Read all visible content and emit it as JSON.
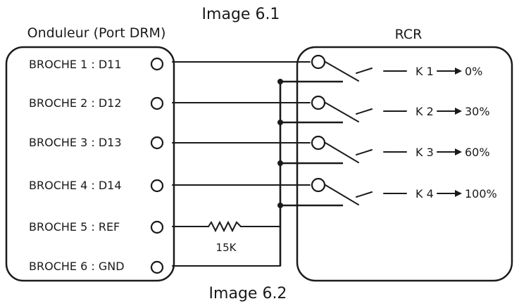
{
  "titles": {
    "top": "Image 6.1",
    "bottom": "Image 6.2"
  },
  "inverter": {
    "label": "Onduleur (Port DRM)",
    "pins": [
      "BROCHE 1 : D11",
      "BROCHE 2 : D12",
      "BROCHE 3 : D13",
      "BROCHE 4 : D14",
      "BROCHE 5 : REF",
      "BROCHE 6 : GND"
    ]
  },
  "rcr": {
    "label": "RCR",
    "relays": [
      {
        "name": "K 1",
        "value": "0%"
      },
      {
        "name": "K 2",
        "value": "30%"
      },
      {
        "name": "K 3",
        "value": "60%"
      },
      {
        "name": "K 4",
        "value": "100%"
      }
    ]
  },
  "resistor": {
    "label": "15K"
  }
}
